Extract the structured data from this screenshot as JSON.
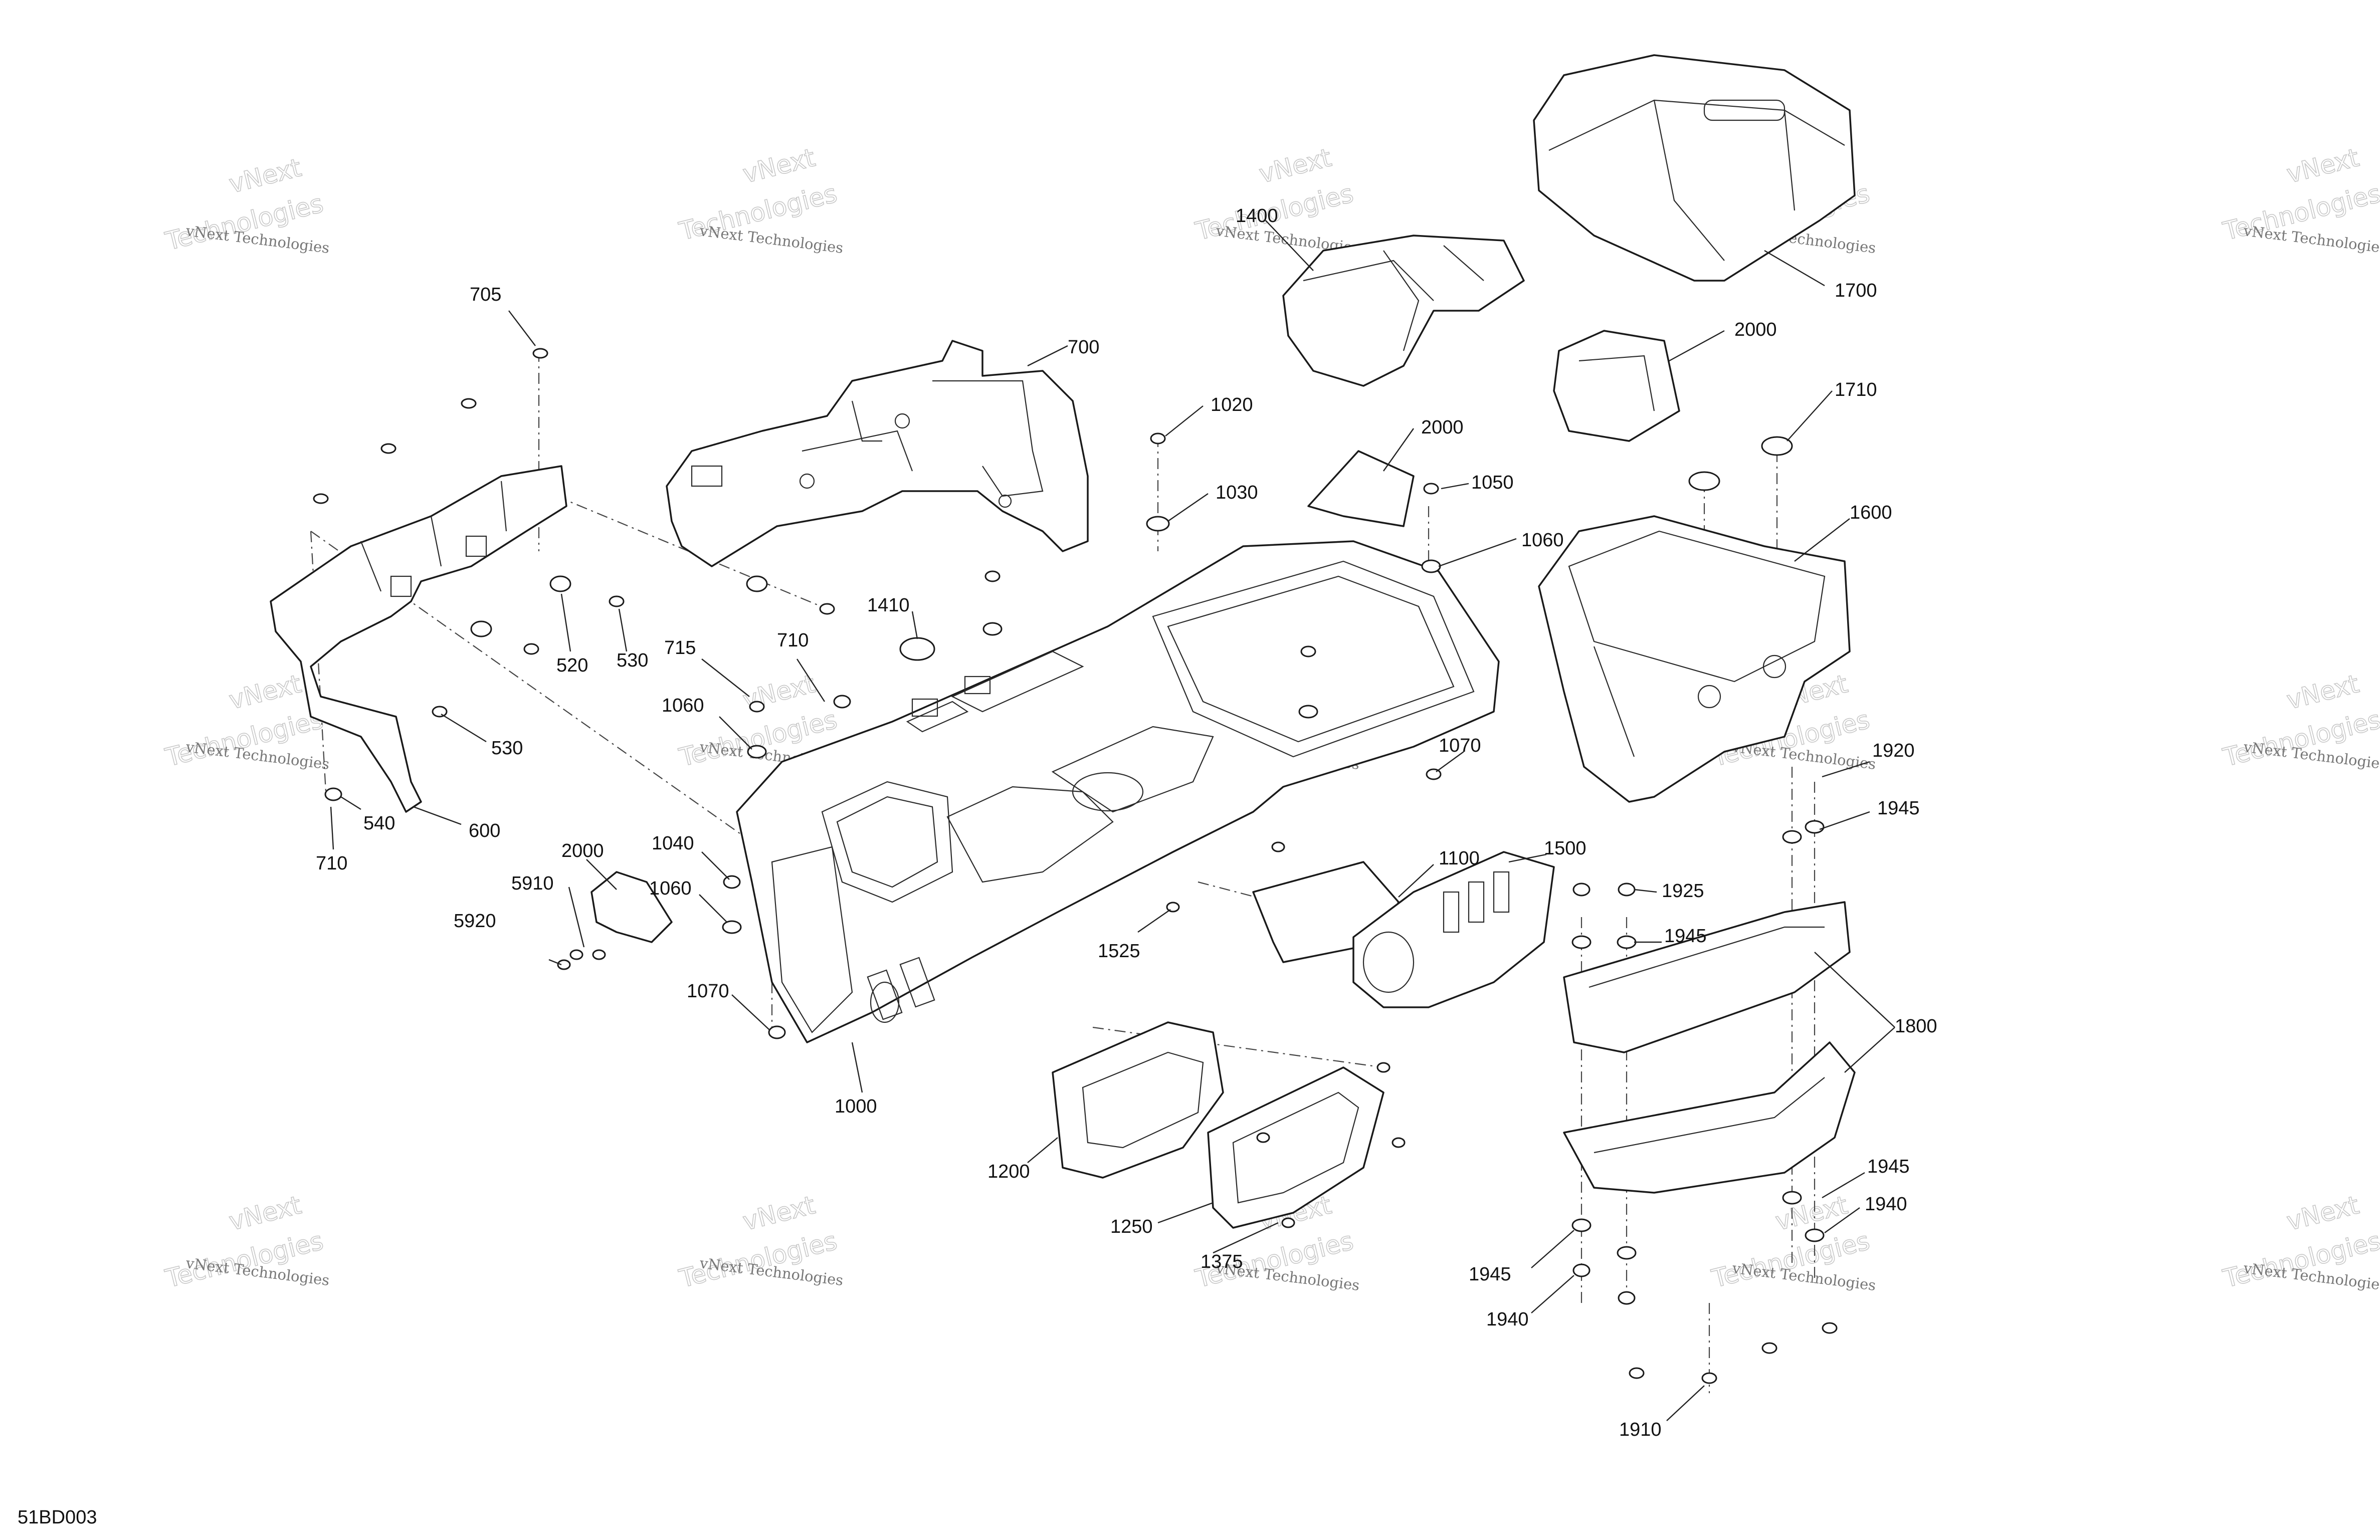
{
  "diagram_code": "51BD003",
  "watermark": {
    "line1": "vNext Technologies",
    "line2": "vNext",
    "line3": "Technologies"
  },
  "callouts": [
    {
      "id": "705",
      "label": "705"
    },
    {
      "id": "700",
      "label": "700"
    },
    {
      "id": "1400",
      "label": "1400"
    },
    {
      "id": "1700",
      "label": "1700"
    },
    {
      "id": "2000a",
      "label": "2000"
    },
    {
      "id": "1710",
      "label": "1710"
    },
    {
      "id": "1020",
      "label": "1020"
    },
    {
      "id": "2000b",
      "label": "2000"
    },
    {
      "id": "1030",
      "label": "1030"
    },
    {
      "id": "1050",
      "label": "1050"
    },
    {
      "id": "1060a",
      "label": "1060"
    },
    {
      "id": "1600",
      "label": "1600"
    },
    {
      "id": "1410",
      "label": "1410"
    },
    {
      "id": "520",
      "label": "520"
    },
    {
      "id": "530a",
      "label": "530"
    },
    {
      "id": "715",
      "label": "715"
    },
    {
      "id": "710a",
      "label": "710"
    },
    {
      "id": "1060b",
      "label": "1060"
    },
    {
      "id": "530b",
      "label": "530"
    },
    {
      "id": "1070a",
      "label": "1070"
    },
    {
      "id": "1920",
      "label": "1920"
    },
    {
      "id": "1945a",
      "label": "1945"
    },
    {
      "id": "540",
      "label": "540"
    },
    {
      "id": "600",
      "label": "600"
    },
    {
      "id": "710b",
      "label": "710"
    },
    {
      "id": "2000c",
      "label": "2000"
    },
    {
      "id": "1040",
      "label": "1040"
    },
    {
      "id": "1100",
      "label": "1100"
    },
    {
      "id": "1500",
      "label": "1500"
    },
    {
      "id": "5910",
      "label": "5910"
    },
    {
      "id": "1060c",
      "label": "1060"
    },
    {
      "id": "1925",
      "label": "1925"
    },
    {
      "id": "5920",
      "label": "5920"
    },
    {
      "id": "1525",
      "label": "1525"
    },
    {
      "id": "1945b",
      "label": "1945"
    },
    {
      "id": "1070b",
      "label": "1070"
    },
    {
      "id": "1800",
      "label": "1800"
    },
    {
      "id": "1000",
      "label": "1000"
    },
    {
      "id": "1200",
      "label": "1200"
    },
    {
      "id": "1945c",
      "label": "1945"
    },
    {
      "id": "1940a",
      "label": "1940"
    },
    {
      "id": "1250",
      "label": "1250"
    },
    {
      "id": "1375",
      "label": "1375"
    },
    {
      "id": "1945d",
      "label": "1945"
    },
    {
      "id": "1940b",
      "label": "1940"
    },
    {
      "id": "1910",
      "label": "1910"
    }
  ]
}
